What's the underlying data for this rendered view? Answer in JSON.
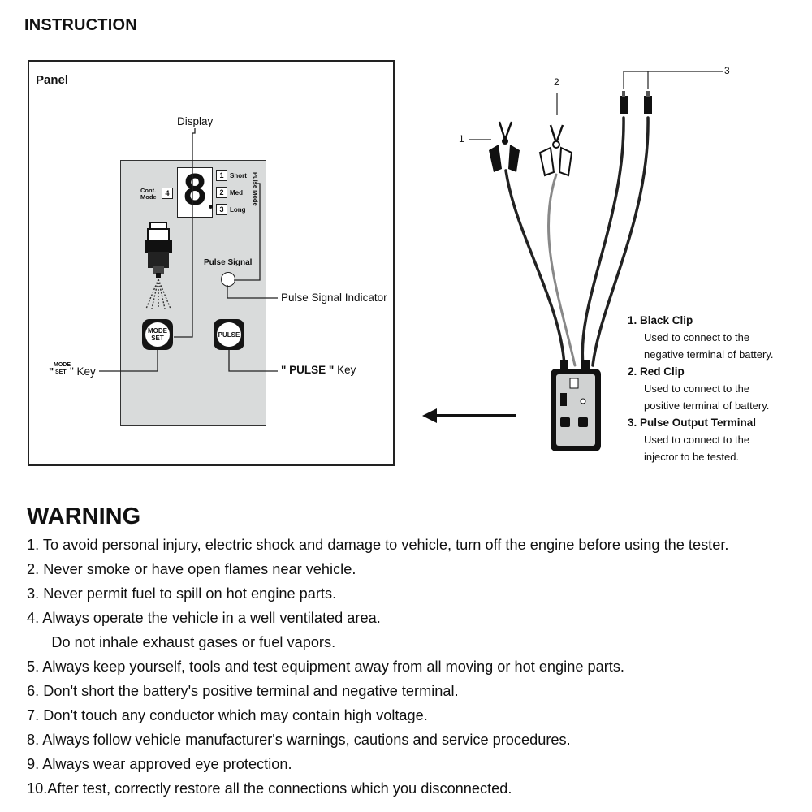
{
  "instruction_title": "INSTRUCTION",
  "panel": {
    "title": "Panel",
    "display_label": "Display",
    "cont_mode": "Cont.\nMode",
    "cont_mode_number": "4",
    "display_digit": "8",
    "modes": [
      {
        "number": "1",
        "label": "Short"
      },
      {
        "number": "2",
        "label": "Med"
      },
      {
        "number": "3",
        "label": "Long"
      }
    ],
    "pulse_mode_label": "Pulse Mode",
    "pulse_signal_label": "Pulse Signal",
    "pulse_signal_indicator_label": "Pulse Signal Indicator",
    "mode_set_button": "MODE\nSET",
    "pulse_button": "PULSE",
    "mode_set_key_label": {
      "open": "\"",
      "top": "MODE",
      "bottom": "SET",
      "close": "\" Key"
    },
    "pulse_key_label": {
      "name": "\" PULSE \"",
      "suffix": " Key"
    }
  },
  "cable_callouts": [
    "1",
    "2",
    "3"
  ],
  "notes": [
    {
      "title": "1.  Black Clip",
      "lines": [
        "Used to connect to the",
        "negative terminal of battery."
      ]
    },
    {
      "title": "2.  Red Clip",
      "lines": [
        "Used to connect to the",
        "positive terminal of battery."
      ]
    },
    {
      "title": "3.  Pulse Output Terminal",
      "lines": [
        "Used to connect to the",
        "injector to be tested."
      ]
    }
  ],
  "warning": {
    "title": "WARNING",
    "items": [
      "1.  To avoid personal injury, electric shock and damage to vehicle, turn off the engine before using the tester.",
      "2.  Never smoke or have open flames near vehicle.",
      "3.  Never permit fuel to spill on hot engine parts.",
      "4.  Always operate the vehicle in a well ventilated area.",
      "      Do not inhale exhaust gases or fuel vapors.",
      "5.  Always keep yourself, tools and test equipment away from all moving or hot engine parts.",
      "6.  Don't short the battery's positive terminal and negative terminal.",
      "7.  Don't touch any conductor which may contain high voltage.",
      "8.  Always follow vehicle manufacturer's warnings, cautions and service procedures.",
      "9.  Always wear approved eye protection.",
      "10.After test, correctly restore all the connections which you disconnected."
    ]
  }
}
